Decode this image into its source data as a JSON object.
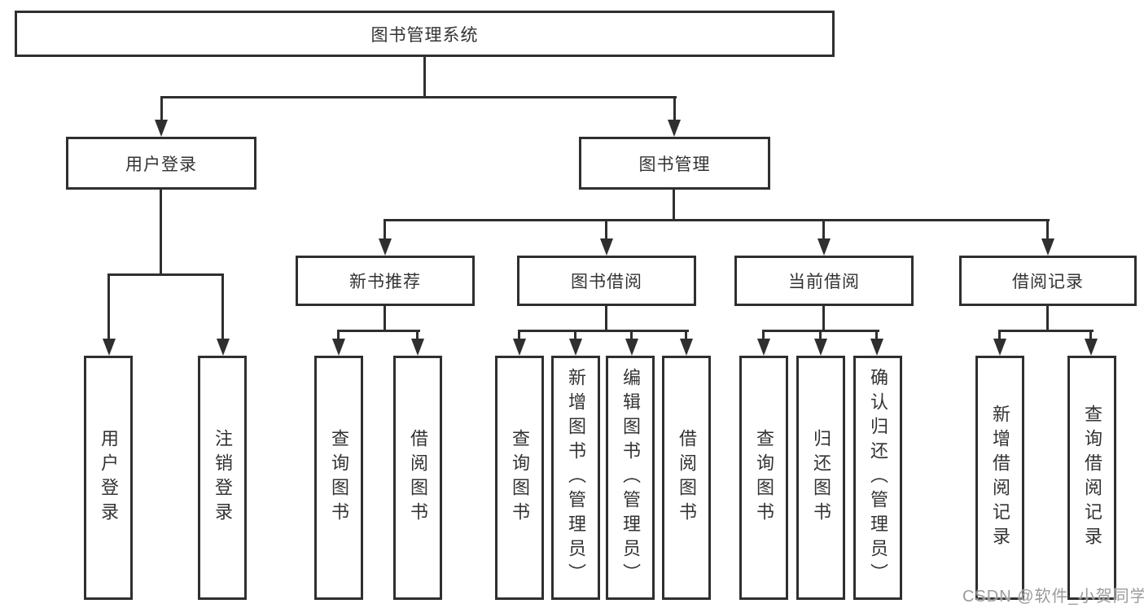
{
  "diagram": {
    "title": "图书管理系统",
    "type": "hierarchy-tree",
    "background_color": "#ffffff",
    "line_color": "#2f2f2f",
    "text_color": "#333333"
  },
  "nodes": {
    "root": {
      "label": "图书管理系统",
      "level": 1
    },
    "user_login": {
      "label": "用户登录",
      "level": 2
    },
    "book_mgmt": {
      "label": "图书管理",
      "level": 2
    },
    "new_book_rec": {
      "label": "新书推荐",
      "level": 3
    },
    "book_borrow": {
      "label": "图书借阅",
      "level": 3
    },
    "current_borrow": {
      "label": "当前借阅",
      "level": 3
    },
    "borrow_record": {
      "label": "借阅记录",
      "level": 3
    },
    "leaf_login": {
      "label": "用户登录",
      "parent": "用户登录"
    },
    "leaf_logout": {
      "label": "注销登录",
      "parent": "用户登录"
    },
    "leaf_nbr_query": {
      "label": "查询图书",
      "parent": "新书推荐"
    },
    "leaf_nbr_borrow": {
      "label": "借阅图书",
      "parent": "新书推荐"
    },
    "leaf_bb_query": {
      "label": "查询图书",
      "parent": "图书借阅"
    },
    "leaf_bb_add": {
      "label": "新增图书（管理员）",
      "parent": "图书借阅"
    },
    "leaf_bb_edit": {
      "label": "编辑图书（管理员）",
      "parent": "图书借阅"
    },
    "leaf_bb_borrow": {
      "label": "借阅图书",
      "parent": "图书借阅"
    },
    "leaf_cb_query": {
      "label": "查询图书",
      "parent": "当前借阅"
    },
    "leaf_cb_return": {
      "label": "归还图书",
      "parent": "当前借阅"
    },
    "leaf_cb_confirm": {
      "label": "确认归还（管理员）",
      "parent": "当前借阅"
    },
    "leaf_br_add": {
      "label": "新增借阅记录",
      "parent": "借阅记录"
    },
    "leaf_br_query": {
      "label": "查询借阅记录",
      "parent": "借阅记录"
    }
  },
  "hierarchy": {
    "root": "图书管理系统",
    "children": [
      {
        "name": "用户登录",
        "children": [
          "用户登录",
          "注销登录"
        ]
      },
      {
        "name": "图书管理",
        "children": [
          {
            "name": "新书推荐",
            "children": [
              "查询图书",
              "借阅图书"
            ]
          },
          {
            "name": "图书借阅",
            "children": [
              "查询图书",
              "新增图书（管理员）",
              "编辑图书（管理员）",
              "借阅图书"
            ]
          },
          {
            "name": "当前借阅",
            "children": [
              "查询图书",
              "归还图书",
              "确认归还（管理员）"
            ]
          },
          {
            "name": "借阅记录",
            "children": [
              "新增借阅记录",
              "查询借阅记录"
            ]
          }
        ]
      }
    ]
  },
  "watermark": {
    "text": "CSDN @软件_小贺同学",
    "color": "#9b9b9b"
  }
}
